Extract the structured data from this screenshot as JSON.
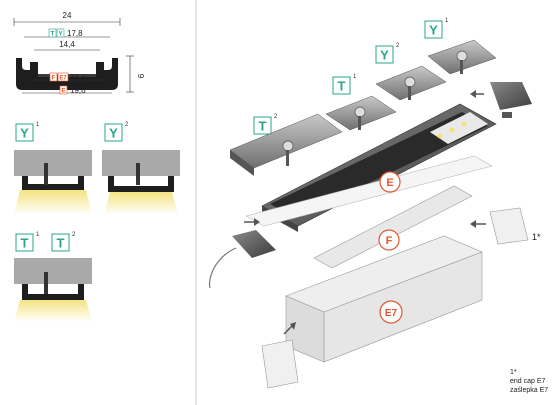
{
  "dimensions": {
    "width_total": "24",
    "top_inner": "17,8",
    "top_inner_prefix_t": "T",
    "top_inner_prefix_y": "Y",
    "mid_inner": "14,4",
    "height": "9",
    "lower_a": "16,1",
    "lower_a_prefix_f": "F",
    "lower_a_prefix_e7": "E7",
    "lower_b": "19,6",
    "lower_b_prefix_e": "E"
  },
  "mount_labels": {
    "y1_letter": "Y",
    "y1_sup": "1",
    "y2_letter": "Y",
    "y2_sup": "2",
    "t1_letter": "T",
    "t1_sup": "1",
    "t2_letter": "T",
    "t2_sup": "2"
  },
  "exploded": {
    "y1_letter": "Y",
    "y1_sup": "1",
    "y2_letter": "Y",
    "y2_sup": "2",
    "t1_letter": "T",
    "t1_sup": "1",
    "t2_letter": "T",
    "t2_sup": "2",
    "cover_e": "E",
    "cover_f": "F",
    "cover_e7": "E7",
    "endcap_mark": "1*"
  },
  "footnote": {
    "line1": "1*",
    "line2": "end cap E7",
    "line3": "zaślepka E7"
  },
  "colors": {
    "accent_green": "#2aa58a",
    "accent_orange": "#e4572e",
    "led_glow": "#f3e27a",
    "profile_gray": "#9a9a9a",
    "divider": "#cfcfcf"
  }
}
